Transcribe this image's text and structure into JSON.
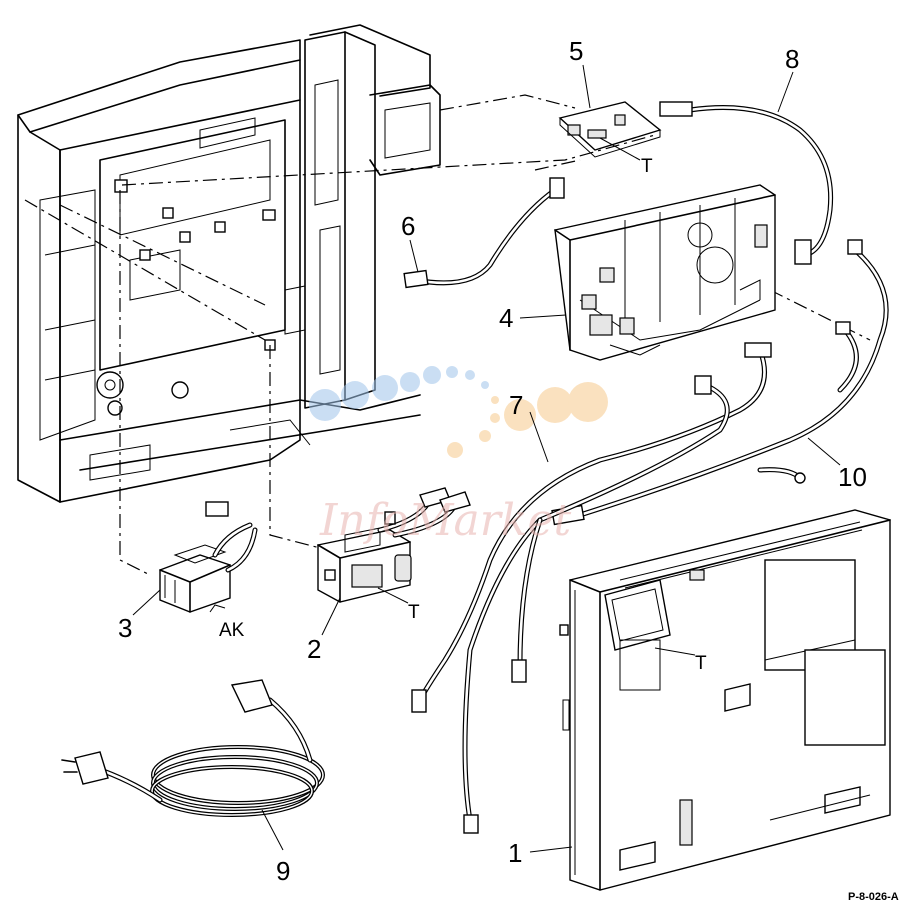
{
  "figure": {
    "id_label": "P-8-026-A"
  },
  "callouts": {
    "c1": "1",
    "c2": "2",
    "c3": "3",
    "c4": "4",
    "c5": "5",
    "c6": "6",
    "c7": "7",
    "c8": "8",
    "c9": "9",
    "c10": "10"
  },
  "tags": {
    "t_board5": "T",
    "t_inlet2": "T",
    "t_board1": "T",
    "ak_transformer3": "AK"
  },
  "watermark": {
    "text": "InfoMarket",
    "colors": [
      "#9fc4ea",
      "#f7c98b",
      "#e8b4b0"
    ]
  }
}
